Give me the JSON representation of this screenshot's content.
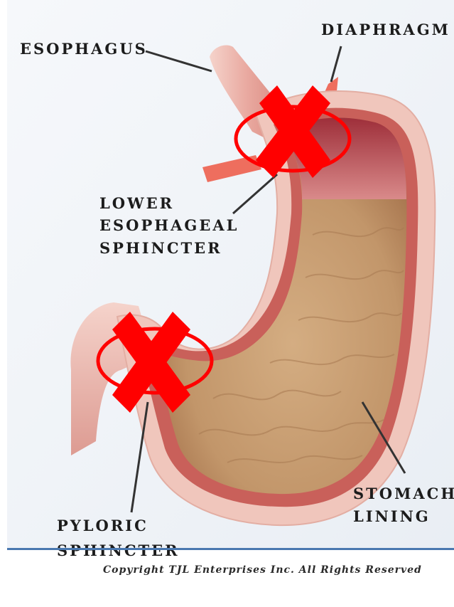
{
  "labels": {
    "esophagus": "ESOPHAGUS",
    "diaphragm": "DIAPHRAGM",
    "les_line1": "LOWER",
    "les_line2": "ESOPHAGEAL",
    "les_line3": "SPHINCTER",
    "pylorus_line1": "PYLORIC",
    "pylorus_line2": "SPHINCTER",
    "stomach_line1": "STOMACH",
    "stomach_line2": "LINING"
  },
  "footer": {
    "copyright": "Copyright TJL Enterprises Inc. All Rights Reserved"
  },
  "colors": {
    "background": "#f3f5f8",
    "tissue_outer": "#f2c9c0",
    "lining_red": "#c9605a",
    "stomach_interior": "#c59a6d",
    "diaphragm": "#ee6e5e",
    "marker_red": "#ff0000",
    "rule_blue": "#4a78b0"
  },
  "markers": [
    {
      "name": "x-marker-lower-esophageal-sphincter",
      "symbol": "X"
    },
    {
      "name": "x-marker-pyloric-sphincter",
      "symbol": "X"
    }
  ]
}
